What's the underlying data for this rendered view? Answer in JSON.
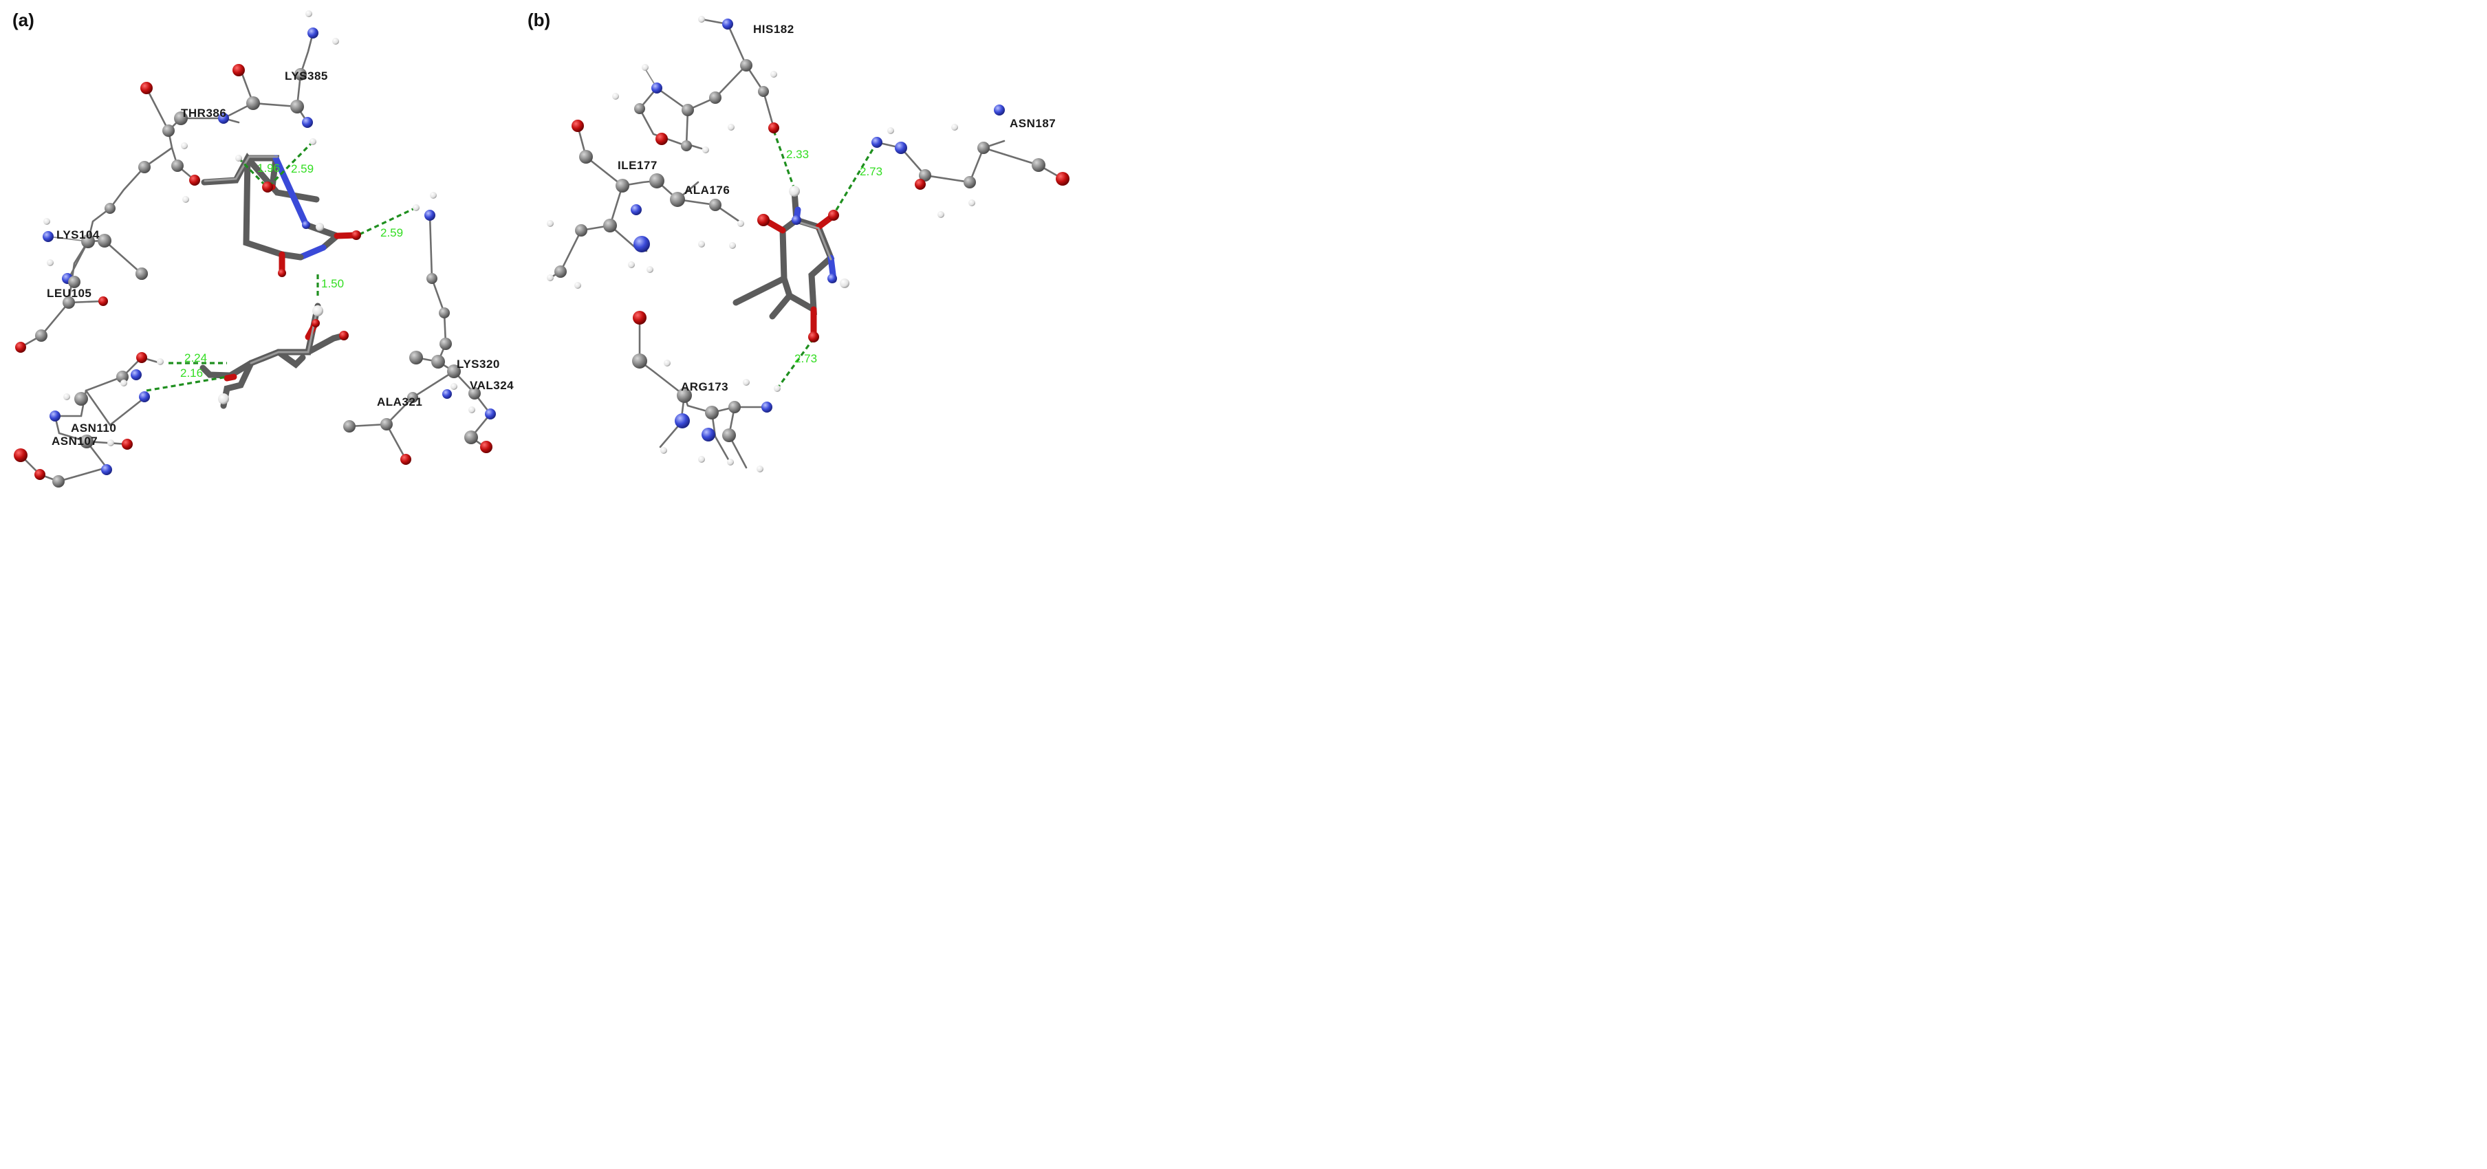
{
  "panels": [
    {
      "label": "(a)",
      "residues": [
        "LYS385",
        "THR386",
        "LYS104",
        "LEU105",
        "ASN110",
        "ASN107",
        "LYS320",
        "VAL324",
        "ALA321"
      ],
      "distances": [
        "1.96",
        "2.59",
        "2.59",
        "1.50",
        "2.24",
        "2.16"
      ]
    },
    {
      "label": "(b)",
      "residues": [
        "HIS182",
        "ASN187",
        "ILE177",
        "ALA176",
        "ARG173"
      ],
      "distances": [
        "2.33",
        "2.73",
        "2.73"
      ]
    }
  ],
  "colors": {
    "carbon": "#8c8c8c",
    "oxygen": "#c41010",
    "nitrogen": "#3a4ad8",
    "hydrogen": "#ececec",
    "hbond": "#1f8f1f",
    "distance_text": "#33dd22"
  }
}
